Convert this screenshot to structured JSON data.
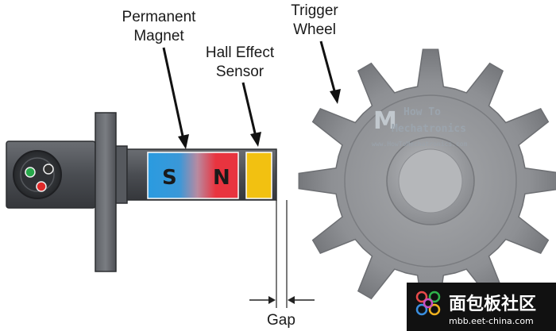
{
  "labels": {
    "permanent_magnet": [
      "Permanent",
      "Magnet"
    ],
    "hall_effect_sensor": [
      "Hall Effect",
      "Sensor"
    ],
    "trigger_wheel": [
      "Trigger",
      "Wheel"
    ],
    "gap": "Gap"
  },
  "magnet": {
    "south": "S",
    "north": "N"
  },
  "watermark": {
    "line1": "How To",
    "line2": "Mechatronics",
    "url": "www.HowToMechatronics.com"
  },
  "badge": {
    "name": "面包板社区",
    "url": "mbb.eet-china.com"
  },
  "colors": {
    "magnet_south": "#2a9be0",
    "magnet_north": "#e8343f",
    "sensor": "#f2c111",
    "housing": "#4a4d52",
    "gear": "#8e9094",
    "badge": "#111111"
  }
}
